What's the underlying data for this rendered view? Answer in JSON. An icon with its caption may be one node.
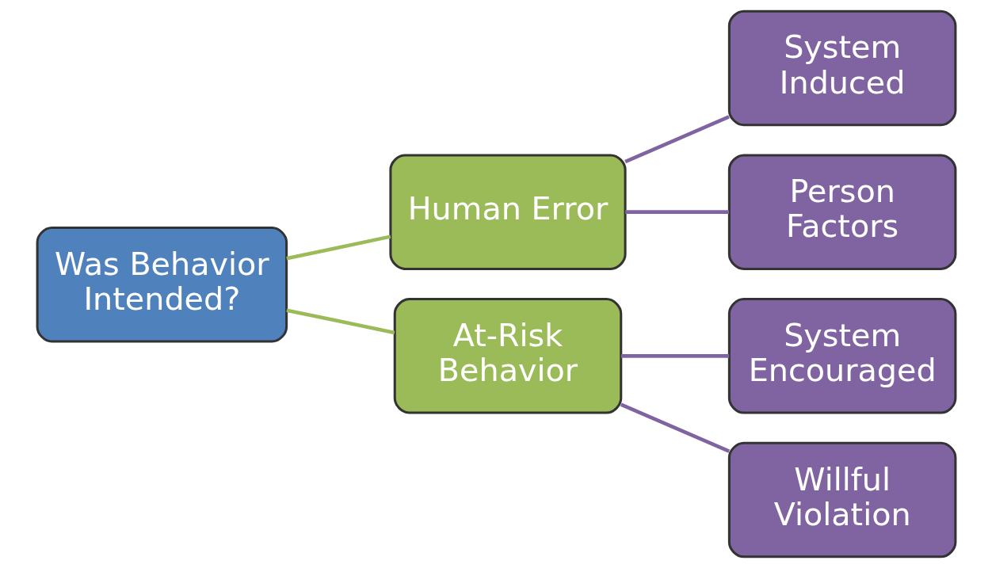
{
  "diagram": {
    "nodes": [
      {
        "text": [
          "Was Behavior Intended?"
        ]
      },
      {
        "text": [
          "Human Error"
        ]
      },
      {
        "text": [
          "At-Risk Behavior"
        ]
      },
      {
        "text": [
          "System Induced"
        ]
      },
      {
        "text": [
          "Person Factors"
        ]
      },
      {
        "text": [
          "System Encouraged"
        ]
      },
      {
        "text": [
          "Willful Violation"
        ]
      }
    ],
    "edges": [
      {
        "from": 0,
        "to": 1,
        "arrow": "none",
        "color": "#9bbb59"
      },
      {
        "from": 0,
        "to": 2,
        "arrow": "none",
        "color": "#9bbb59"
      },
      {
        "from": 1,
        "to": 3,
        "arrow": "none"
      },
      {
        "from": 1,
        "to": 4,
        "arrow": "none"
      },
      {
        "from": 2,
        "to": 5,
        "arrow": "none"
      },
      {
        "from": 2,
        "to": 6,
        "arrow": "none"
      }
    ]
  }
}
